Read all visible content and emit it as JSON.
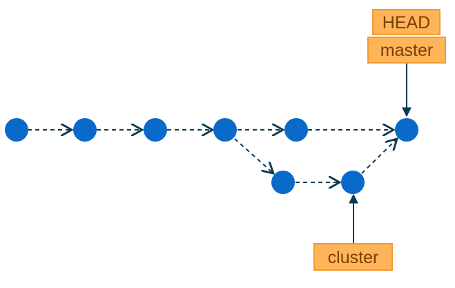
{
  "graph": {
    "commits": [
      {
        "id": "c1",
        "color": "#0a6ac9"
      },
      {
        "id": "c2",
        "color": "#0a6ac9"
      },
      {
        "id": "c3",
        "color": "#0a6ac9"
      },
      {
        "id": "c4",
        "color": "#0a6ac9"
      },
      {
        "id": "c5",
        "color": "#0a6ac9"
      },
      {
        "id": "c6",
        "color": "#0a6ac9"
      },
      {
        "id": "c7",
        "color": "#0a6ac9"
      },
      {
        "id": "c8",
        "color": "#0a6ac9"
      }
    ],
    "edges": [
      {
        "from": "c1",
        "to": "c2",
        "style": "dashed"
      },
      {
        "from": "c2",
        "to": "c3",
        "style": "dashed"
      },
      {
        "from": "c3",
        "to": "c4",
        "style": "dashed"
      },
      {
        "from": "c4",
        "to": "c5",
        "style": "dashed"
      },
      {
        "from": "c5",
        "to": "c6",
        "style": "dashed"
      },
      {
        "from": "c4",
        "to": "c7",
        "style": "dashed"
      },
      {
        "from": "c7",
        "to": "c8",
        "style": "dashed"
      },
      {
        "from": "c8",
        "to": "c6",
        "style": "dashed"
      }
    ],
    "edge_color": "#0b3a52"
  },
  "labels": {
    "head": {
      "text": "HEAD",
      "points_to": "master"
    },
    "master": {
      "text": "master",
      "points_to": "c6"
    },
    "cluster": {
      "text": "cluster",
      "points_to": "c8"
    }
  },
  "colors": {
    "label_fill": "#ffb45a",
    "label_border": "#f29a2e",
    "label_text": "#7a3f00",
    "commit": "#0a6ac9",
    "edge": "#0b3a52"
  }
}
